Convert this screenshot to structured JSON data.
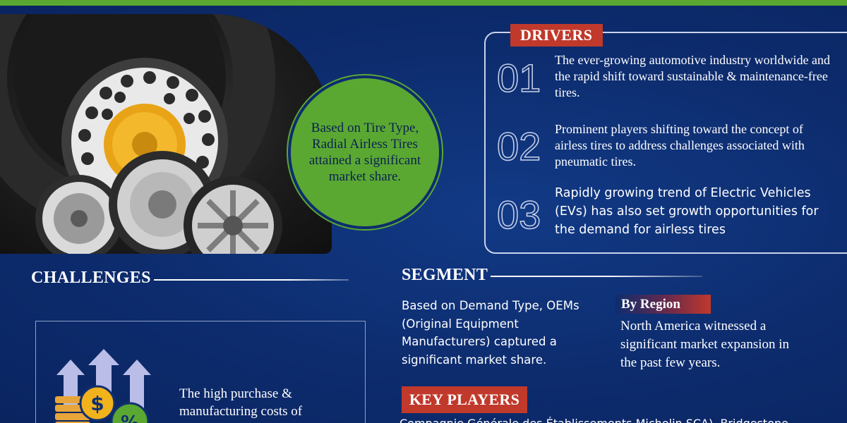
{
  "central_highlight": "Based on Tire Type, Radial Airless Tires attained a significant market share.",
  "drivers": {
    "label": "DRIVERS",
    "items": [
      {
        "number": "01",
        "text": "The ever-growing automotive industry worldwide and the rapid shift toward sustainable & maintenance-free tires."
      },
      {
        "number": "02",
        "text": "Prominent players shifting toward the concept of airless tires to address challenges associated with pneumatic tires."
      },
      {
        "number": "03",
        "text": "Rapidly growing trend of Electric Vehicles (EVs) has also set growth opportunities for the demand for airless tires"
      }
    ]
  },
  "challenges": {
    "heading": "CHALLENGES",
    "text": "The high purchase & manufacturing costs of"
  },
  "segment": {
    "heading": "SEGMENT",
    "text": "Based on Demand Type, OEMs (Original Equipment Manufacturers) captured a significant market share."
  },
  "region": {
    "label": "By Region",
    "text": "North America witnessed a significant market expansion in the past few years."
  },
  "key_players": {
    "label": "KEY PLAYERS",
    "text": "Compagnie Générale des Établissements Michelin SCA), Bridgestone"
  },
  "colors": {
    "background": "#0d2c6e",
    "accent_green": "#5aa832",
    "accent_red": "#c0392b",
    "outline": "#c9d3ea"
  },
  "icons": [
    "tire-image",
    "cost-arrows-icon",
    "dollar-coin-icon",
    "percent-icon"
  ]
}
